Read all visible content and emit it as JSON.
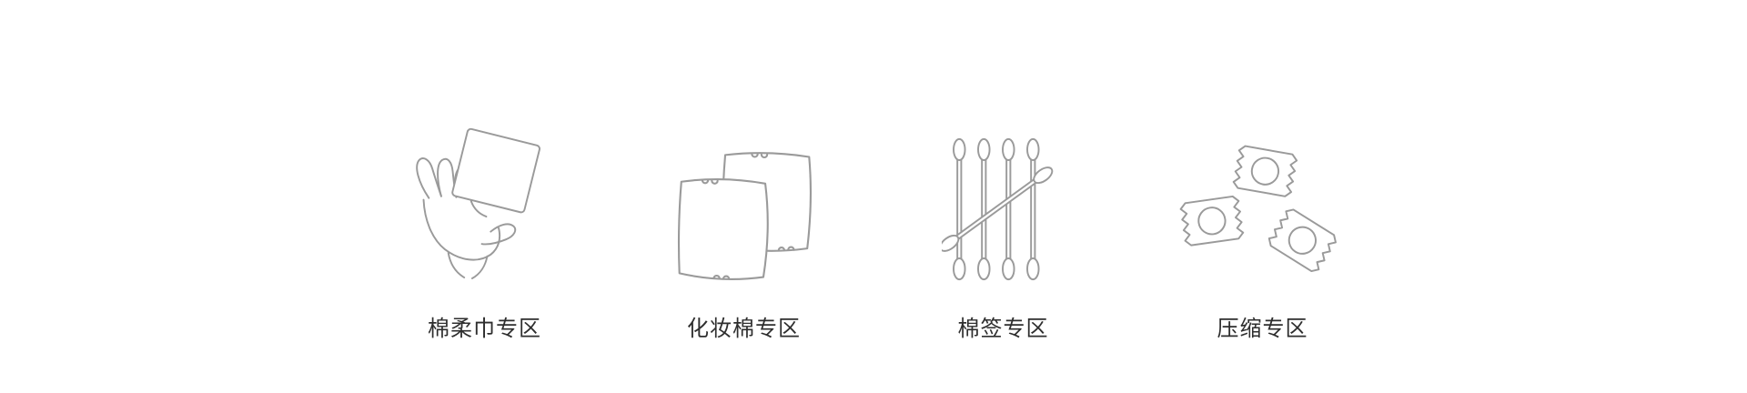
{
  "colors": {
    "background": "#ffffff",
    "icon_stroke": "#9a9a9a",
    "label_text": "#2e2e2e"
  },
  "categories": [
    {
      "label": "棉柔巾专区",
      "icon": "hand-holding-towel-icon"
    },
    {
      "label": "化妆棉专区",
      "icon": "cotton-pads-icon"
    },
    {
      "label": "棉签专区",
      "icon": "cotton-swabs-icon"
    },
    {
      "label": "压缩专区",
      "icon": "wrapped-compressed-towels-icon"
    }
  ]
}
